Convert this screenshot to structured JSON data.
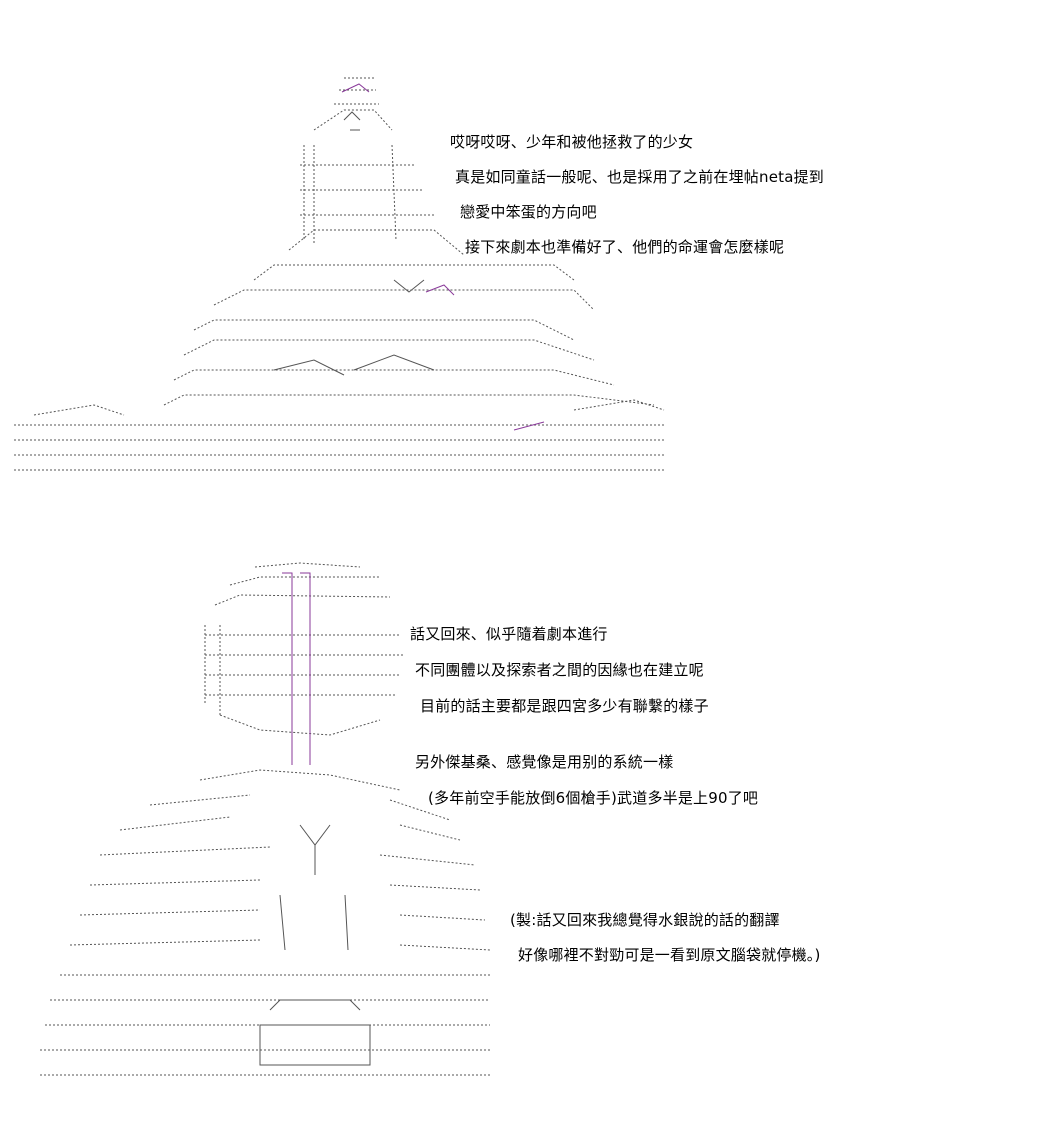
{
  "colors": {
    "background": "#ffffff",
    "text": "#000000",
    "art_stroke": "#555555",
    "art_accent": "#8a3a9a"
  },
  "panels": [
    {
      "name": "top-panel",
      "art_icon": "ascii-art-scene-icon",
      "lines": [
        "哎呀哎呀、少年和被他拯救了的少女",
        "真是如同童話一般呢、也是採用了之前在埋帖neta提到",
        "戀愛中笨蛋的方向吧",
        "接下來劇本也準備好了、他們的命運會怎麼樣呢"
      ]
    },
    {
      "name": "bottom-panel",
      "art_icon": "ascii-art-figure-icon",
      "lines": [
        "話又回來、似乎隨着劇本進行",
        "不同團體以及探索者之間的因緣也在建立呢",
        "目前的話主要都是跟四宮多少有聯繫的樣子",
        "另外傑基桑、感覺像是用别的系統一樣",
        "(多年前空手能放倒6個槍手)武道多半是上90了吧"
      ],
      "note_lines": [
        "(製:話又回來我總覺得水銀說的話的翻譯",
        "好像哪裡不對勁可是一看到原文腦袋就停機。)"
      ]
    }
  ]
}
